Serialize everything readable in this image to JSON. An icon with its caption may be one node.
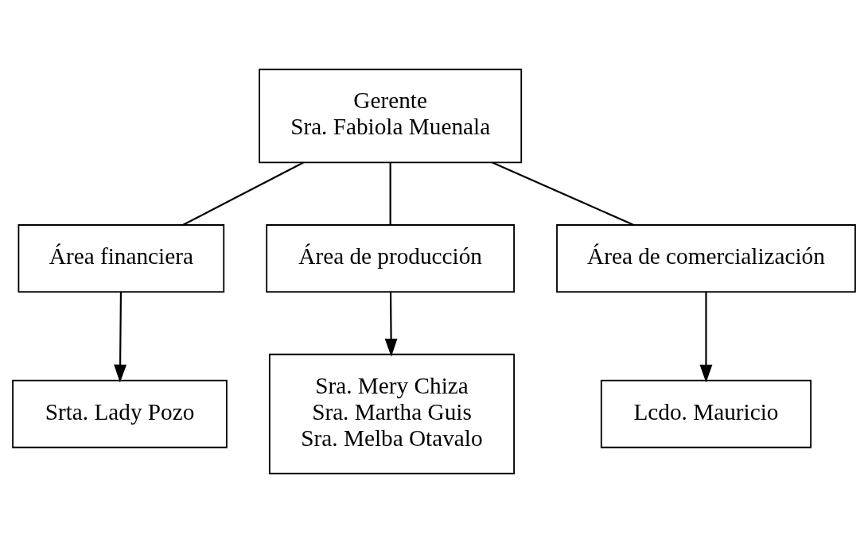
{
  "diagram": {
    "nodes": [
      {
        "text": [
          "Gerente",
          "Sra. Fabiola Muenala"
        ]
      },
      {
        "text": [
          "Área financiera"
        ]
      },
      {
        "text": [
          "Área de producción"
        ]
      },
      {
        "text": [
          "Área de comercialización"
        ]
      },
      {
        "text": [
          "Srta. Lady Pozo"
        ]
      },
      {
        "text": [
          "Sra. Mery Chiza",
          "Sra. Martha Guis",
          "Sra. Melba Otavalo"
        ]
      },
      {
        "text": [
          "Lcdo. Mauricio"
        ]
      }
    ],
    "edges": [
      {
        "from": 0,
        "to": 1,
        "arrow": "none"
      },
      {
        "from": 0,
        "to": 2,
        "arrow": "none"
      },
      {
        "from": 0,
        "to": 3,
        "arrow": "none"
      },
      {
        "from": 1,
        "to": 4,
        "arrow": "to"
      },
      {
        "from": 2,
        "to": 5,
        "arrow": "to"
      },
      {
        "from": 3,
        "to": 6,
        "arrow": "to"
      }
    ]
  }
}
